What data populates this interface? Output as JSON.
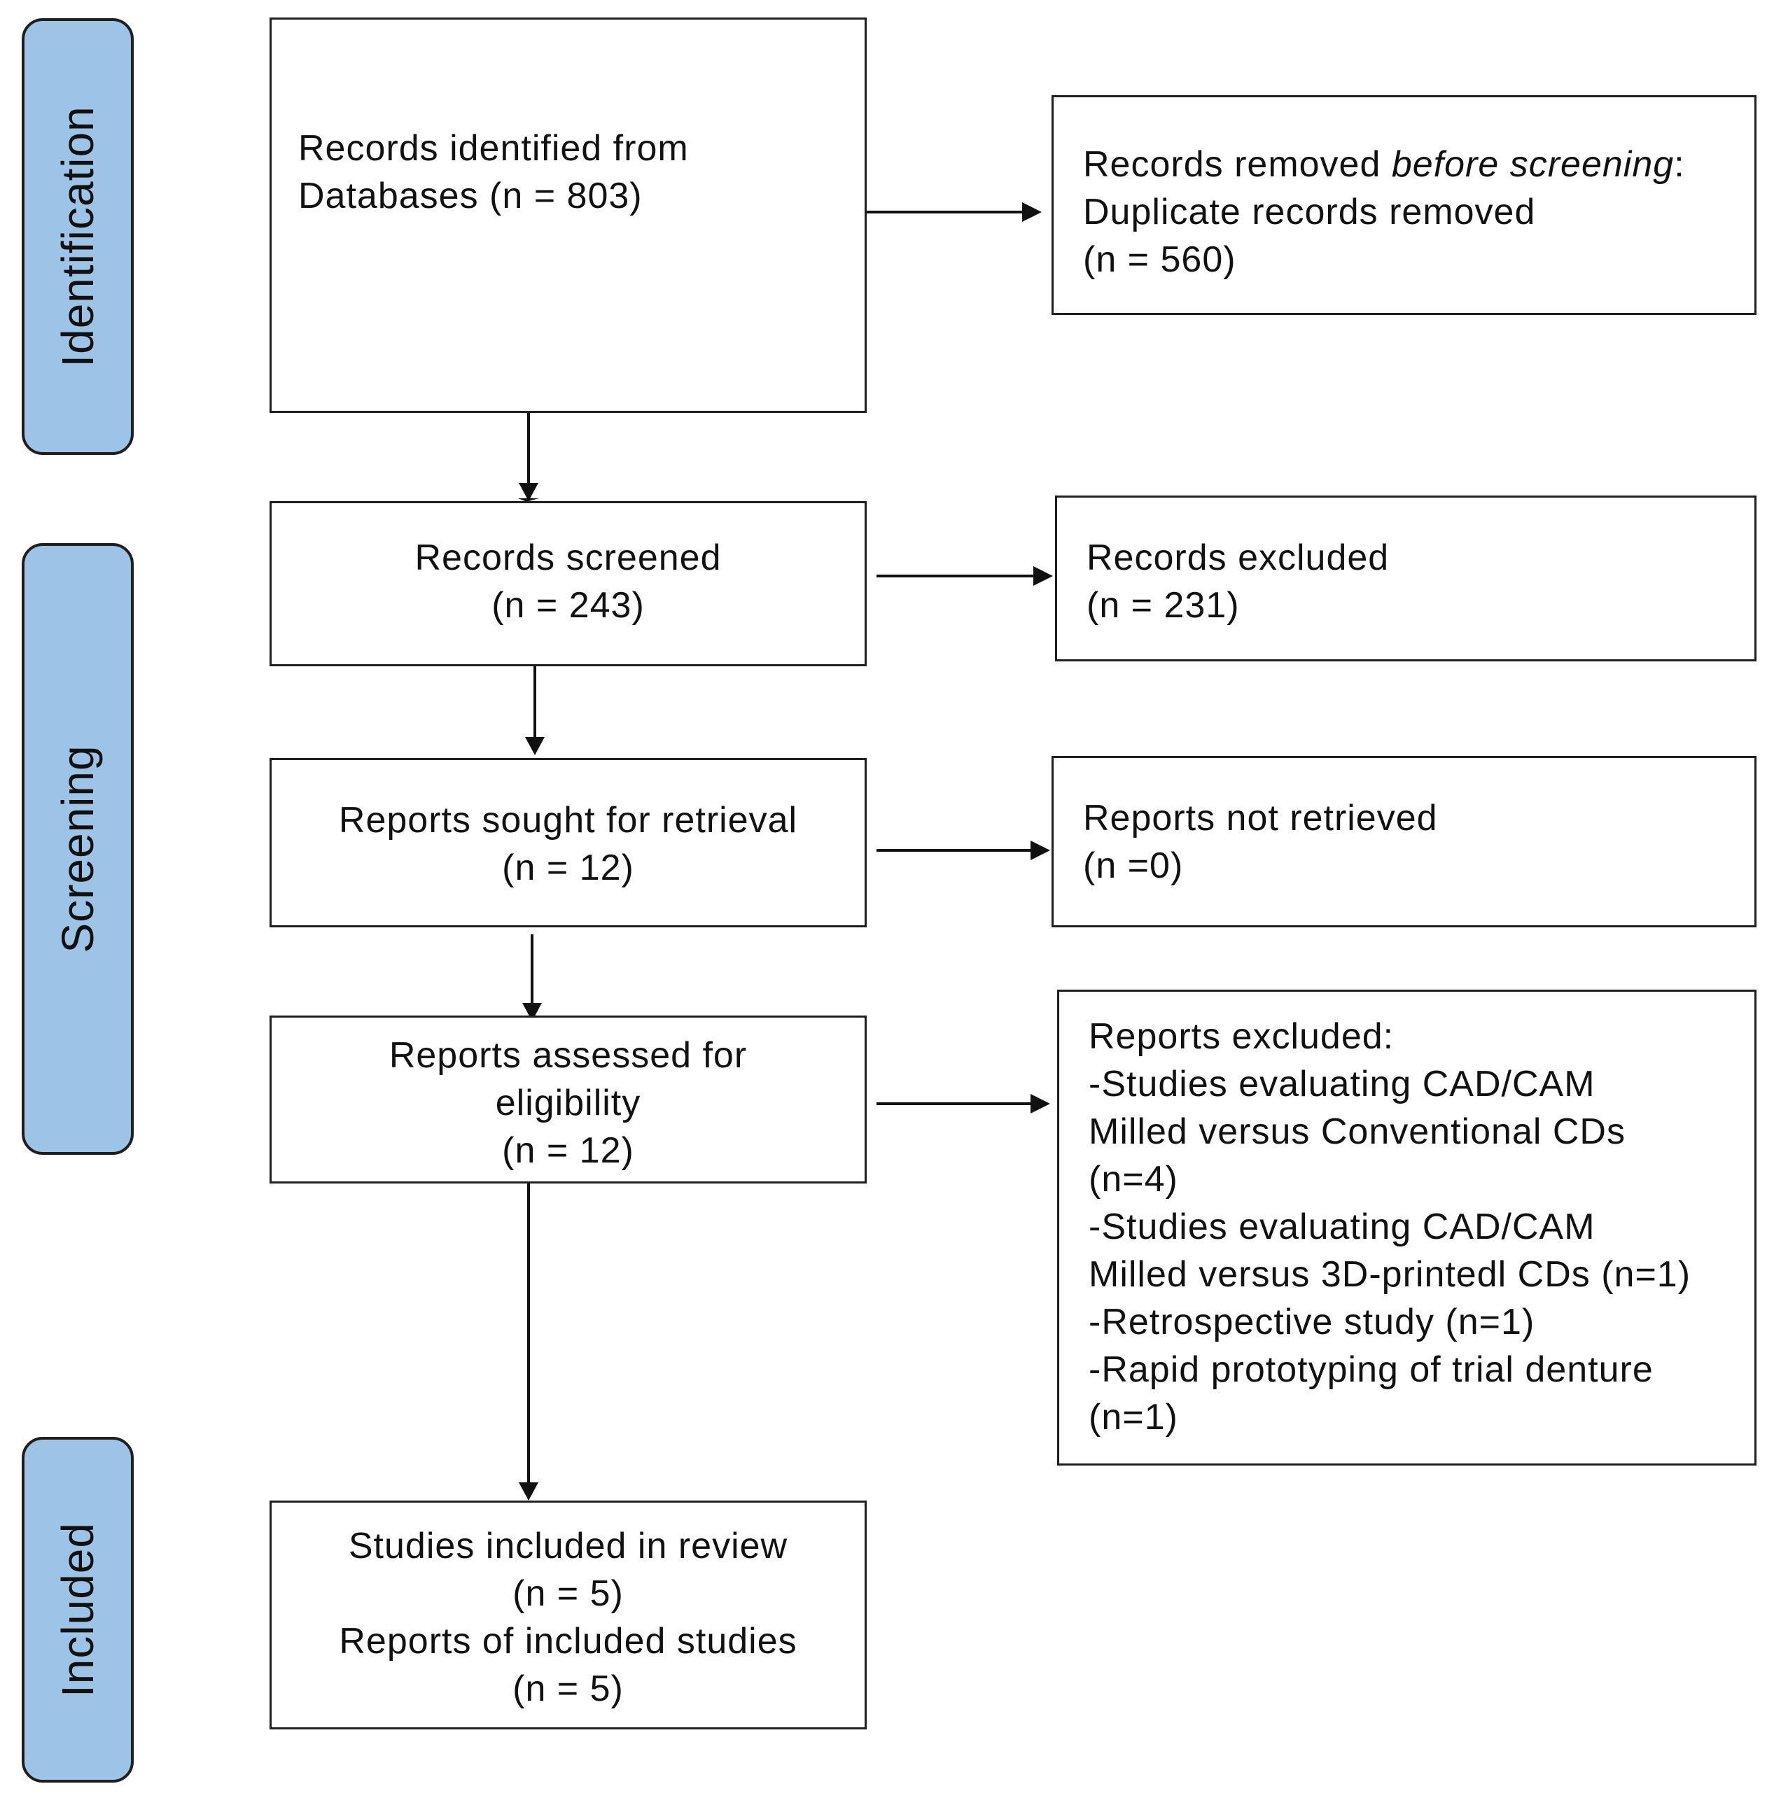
{
  "stages": {
    "identification": "Identification",
    "screening": "Screening",
    "included": "Included"
  },
  "boxes": {
    "records_identified": {
      "line1": "Records identified from",
      "line2": "Databases (n = 803)"
    },
    "records_removed": {
      "line1_a": "Records removed ",
      "line1_b": "before screening",
      "line1_c": ":",
      "line2": "Duplicate records removed",
      "line3": "(n = 560)"
    },
    "records_screened": {
      "line1": "Records screened",
      "line2": "(n = 243)"
    },
    "records_excluded": {
      "line1": "Records excluded",
      "line2": "(n = 231)"
    },
    "reports_sought": {
      "line1": "Reports sought for retrieval",
      "line2": "(n = 12)"
    },
    "reports_not_retrieved": {
      "line1": "Reports not retrieved",
      "line2": "(n =0)"
    },
    "reports_assessed": {
      "line1": "Reports assessed for",
      "line2": "eligibility",
      "line3": "(n = 12)"
    },
    "reports_excluded": {
      "lines": [
        "Reports excluded:",
        "-Studies evaluating CAD/CAM",
        "Milled versus Conventional CDs",
        "(n=4)",
        "-Studies evaluating CAD/CAM",
        "Milled versus 3D-printedl CDs (n=1)",
        "-Retrospective study (n=1)",
        "-Rapid prototyping of trial denture",
        "(n=1)"
      ]
    },
    "studies_included": {
      "line1": "Studies included in review",
      "line2": "(n = 5)",
      "line3": "Reports of included studies",
      "line4": "(n = 5)"
    }
  }
}
